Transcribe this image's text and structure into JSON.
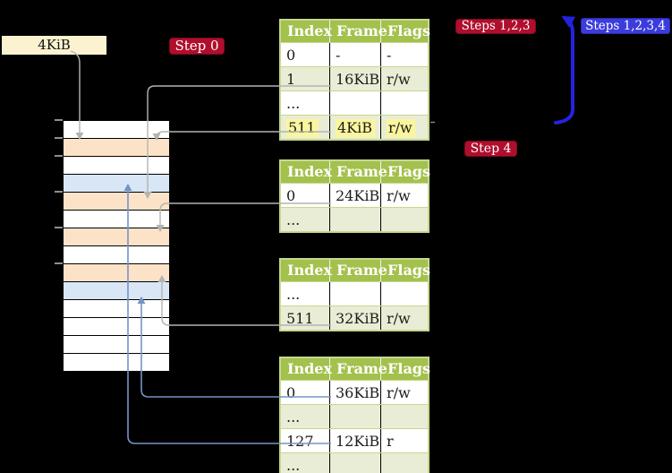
{
  "title": "Page table translation diagram",
  "labels": {
    "frame_size": "4KiB",
    "step0": "Step 0",
    "steps123": "Steps 1,2,3",
    "steps1234": "Steps 1,2,3,4",
    "step4": "Step 4"
  },
  "colors": {
    "bg": "#000000",
    "label-cream": "#fcf2d0",
    "badge-red": "#b00e2d",
    "badge-blue": "#3c3cdd",
    "table-header": "#a3c14c",
    "table-shade": "#e9edd5",
    "highlight": "#fbf69d",
    "border-green": "#c5d88f",
    "frame-free": "#ffffff",
    "frame-table": "#fce3c8",
    "frame-page": "#d8e6f6",
    "connector-gray": "#b3b3b3",
    "connector-blue": "#7693c7",
    "loop-arrow-blue": "#2323dd"
  },
  "memory": {
    "rows": [
      "free",
      "table",
      "free",
      "page",
      "table",
      "free",
      "table",
      "free",
      "table",
      "page",
      "free",
      "free",
      "free",
      "free"
    ],
    "tick_offsets": [
      0,
      20,
      40,
      80,
      120,
      160
    ]
  },
  "tables": [
    {
      "level": "table-at-4KiB",
      "headers": [
        "Index",
        "Frame",
        "Flags"
      ],
      "rows": [
        {
          "cells": [
            "0",
            "-",
            "-"
          ],
          "shade": false,
          "highlight": false
        },
        {
          "cells": [
            "1",
            "16KiB",
            "r/w"
          ],
          "shade": true,
          "highlight": false
        },
        {
          "cells": [
            "...",
            "",
            ""
          ],
          "shade": false,
          "highlight": false
        },
        {
          "cells": [
            "511",
            "4KiB",
            "r/w"
          ],
          "shade": true,
          "highlight": true
        }
      ]
    },
    {
      "level": "table-at-16KiB",
      "headers": [
        "Index",
        "Frame",
        "Flags"
      ],
      "rows": [
        {
          "cells": [
            "0",
            "24KiB",
            "r/w"
          ],
          "shade": false,
          "highlight": false
        },
        {
          "cells": [
            "...",
            "",
            ""
          ],
          "shade": true,
          "highlight": false
        }
      ]
    },
    {
      "level": "table-at-24KiB",
      "headers": [
        "Index",
        "Frame",
        "Flags"
      ],
      "rows": [
        {
          "cells": [
            "...",
            "",
            ""
          ],
          "shade": false,
          "highlight": false
        },
        {
          "cells": [
            "511",
            "32KiB",
            "r/w"
          ],
          "shade": true,
          "highlight": false
        }
      ]
    },
    {
      "level": "table-at-32KiB",
      "headers": [
        "Index",
        "Frame",
        "Flags"
      ],
      "rows": [
        {
          "cells": [
            "0",
            "36KiB",
            "r/w"
          ],
          "shade": false,
          "highlight": false
        },
        {
          "cells": [
            "...",
            "",
            ""
          ],
          "shade": true,
          "highlight": false
        },
        {
          "cells": [
            "127",
            "12KiB",
            "r"
          ],
          "shade": false,
          "highlight": false
        },
        {
          "cells": [
            "...",
            "",
            ""
          ],
          "shade": true,
          "highlight": false
        }
      ]
    }
  ],
  "arrows": [
    {
      "from": "4KiB label",
      "to": "frame 4KiB",
      "color": "gray"
    },
    {
      "from": "table1 entry 1",
      "to": "frame 16KiB",
      "color": "gray"
    },
    {
      "from": "table1 entry 511",
      "to": "frame 4KiB",
      "color": "gray"
    },
    {
      "from": "table2 entry 0",
      "to": "frame 24KiB",
      "color": "gray"
    },
    {
      "from": "table3 entry 511",
      "to": "frame 32KiB",
      "color": "gray"
    },
    {
      "from": "table4 entry 0",
      "to": "frame 36KiB",
      "color": "blue"
    },
    {
      "from": "table4 entry 127",
      "to": "frame 12KiB",
      "color": "blue"
    },
    {
      "from": "steps badges",
      "to": "table1 entry 511",
      "color": "loop-blue"
    }
  ]
}
